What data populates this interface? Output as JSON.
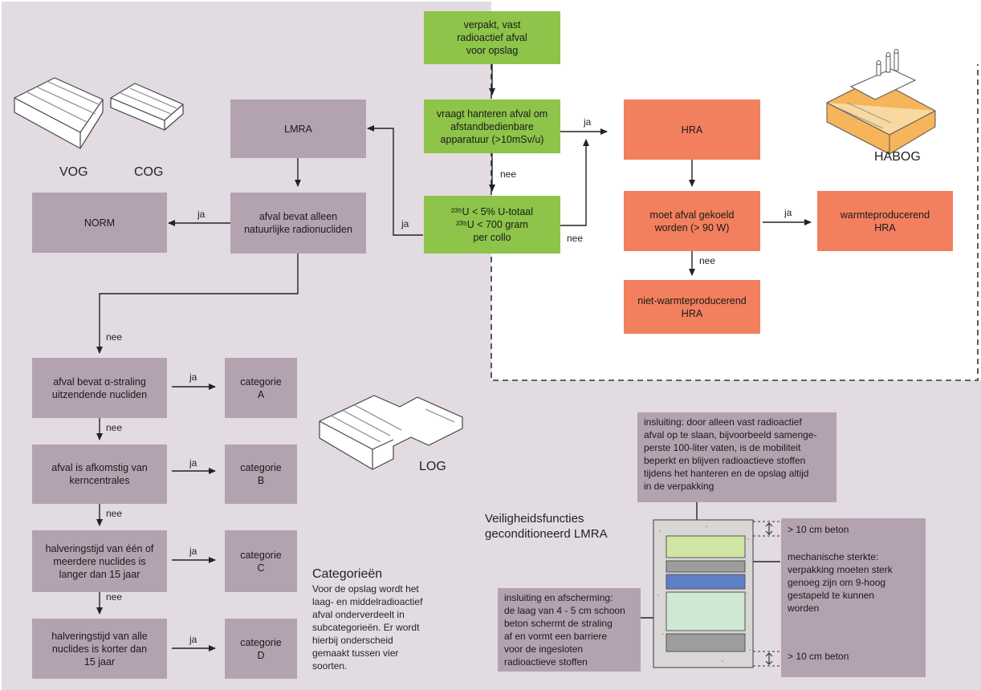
{
  "boxes": {
    "start": [
      "verpakt, vast",
      "radioactief afval",
      "voor opslag"
    ],
    "q_remote": [
      "vraagt hanteren afval om",
      "afstandbedienbare",
      "apparatuur (>10mSv/u)"
    ],
    "q_uranium": [
      "²³⁵U < 5% U-totaal",
      "²³⁵U < 700 gram",
      "per collo"
    ],
    "lmra": [
      "LMRA"
    ],
    "hra": [
      "HRA"
    ],
    "norm": [
      "NORM"
    ],
    "q_natural": [
      "afval bevat alleen",
      "natuurlijke radionucliden"
    ],
    "q_cooled": [
      "moet afval gekoeld",
      "worden (> 90 W)"
    ],
    "heat_producing": [
      "warmteproducerend",
      "HRA"
    ],
    "non_heat_producing": [
      "niet-warmteproducerend",
      "HRA"
    ],
    "q_alpha": [
      "afval bevat α-straling",
      "uitzendende nucliden"
    ],
    "cat_a": [
      "categorie",
      "A"
    ],
    "q_nuclear": [
      "afval is afkomstig van",
      "kerncentrales"
    ],
    "cat_b": [
      "categorie",
      "B"
    ],
    "q_halflife_long": [
      "halveringstijd van één of",
      "meerdere nuclides is",
      "langer dan 15 jaar"
    ],
    "cat_c": [
      "categorie",
      "C"
    ],
    "q_halflife_short": [
      "halveringstijd van alle",
      "nuclides is korter dan",
      "15 jaar"
    ],
    "cat_d": [
      "categorie",
      "D"
    ]
  },
  "labels": {
    "ja": "ja",
    "nee": "nee"
  },
  "buildings": {
    "vog": "VOG",
    "cog": "COG",
    "habog": "HABOG",
    "log": "LOG"
  },
  "categories_text": {
    "title": "Categorieën",
    "body": [
      "Voor de opslag wordt het",
      "laag- en middelradioactief",
      "afval onderverdeelt in",
      "subcategorieën. Er wordt",
      "hierbij onderscheid",
      "gemaakt tussen vier",
      "soorten."
    ]
  },
  "safety": {
    "title": [
      "Veiligheidsfuncties",
      "geconditioneerd LMRA"
    ],
    "confinement": [
      "insluiting: door alleen vast radioactief",
      "afval op te slaan, bijvoorbeeld samenge-",
      "perste 100-liter vaten, is de mobiliteit",
      "beperkt en blijven radioactieve stoffen",
      "tijdens het hanteren en de opslag altijd",
      "in de verpakking"
    ],
    "shielding": [
      "insluiting en afscherming:",
      "de laag van 4 - 5 cm schoon",
      "beton schermt de straling",
      "af en vormt een barriere",
      "voor de ingesloten",
      "radioactieve stoffen"
    ],
    "strength": [
      "mechanische sterkte:",
      "verpakking moeten sterk",
      "genoeg zijn om 9-hoog",
      "gestapeld te kunnen",
      "worden"
    ],
    "concrete_top": "> 10 cm beton",
    "concrete_bottom": "> 10 cm beton"
  },
  "colors": {
    "background_panel": "#e3dbe2",
    "grey_box": "#b3a3b0",
    "green_box": "#8dc449",
    "orange_box": "#f27f5e"
  }
}
